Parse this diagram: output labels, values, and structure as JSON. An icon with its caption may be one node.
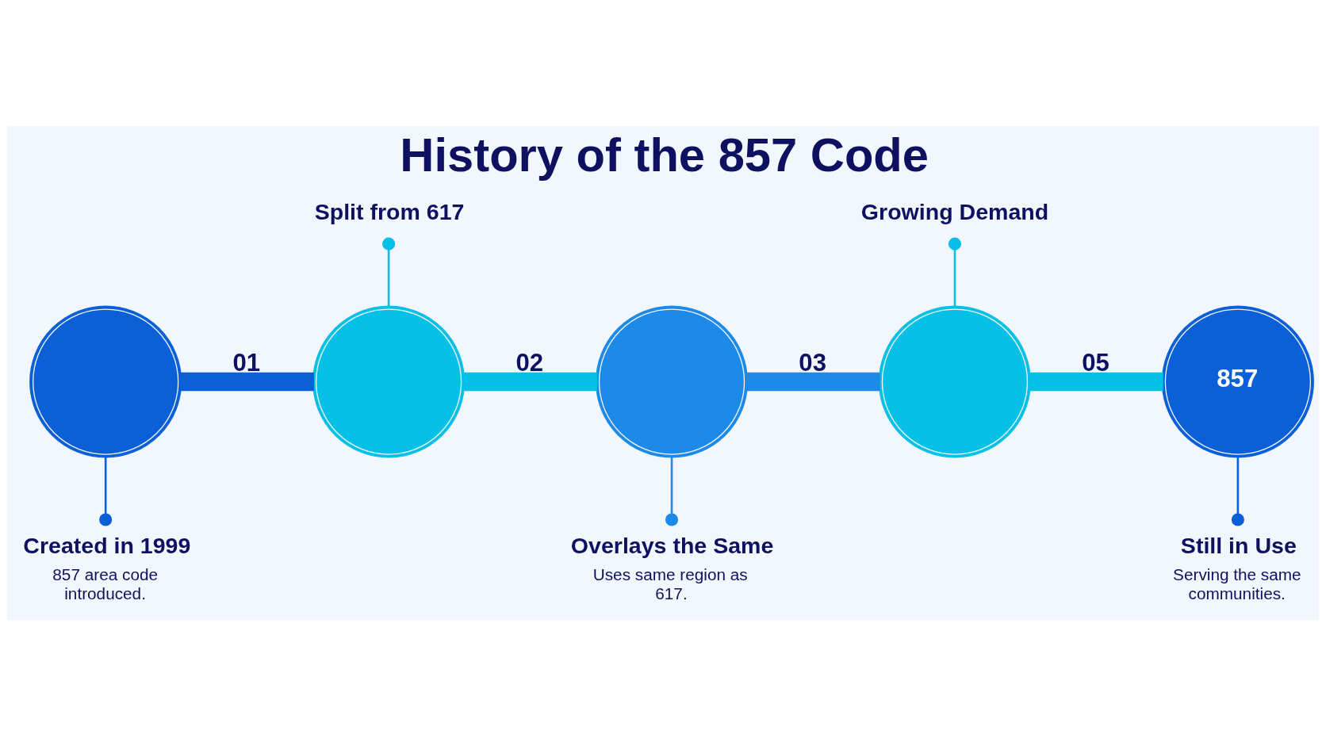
{
  "diagram": {
    "title": "History of the 857 Code",
    "nodes": [
      {
        "text": [
          "Split from 617"
        ]
      },
      {
        "text": [
          "Growing Demand"
        ]
      },
      {
        "text": [],
        "shape": "circle"
      },
      {
        "text": [],
        "shape": "circle"
      },
      {
        "text": [],
        "shape": "circle"
      },
      {
        "text": [],
        "shape": "circle"
      },
      {
        "text": [
          "857"
        ]
      },
      {
        "text": [
          "Created in 1999",
          "857 area code introduced."
        ]
      },
      {
        "text": [
          "Overlays the Same",
          "Uses same region as 617."
        ]
      },
      {
        "text": [
          "Still in Use",
          "Serving the same communities."
        ]
      }
    ],
    "edges": [
      {
        "from": 2,
        "to": 3,
        "label": "01",
        "arrow": "none",
        "style": "thick",
        "color": "#0b5fd7"
      },
      {
        "from": 3,
        "to": 4,
        "label": "02",
        "arrow": "none",
        "style": "thick"
      },
      {
        "from": 4,
        "to": 5,
        "label": "03",
        "arrow": "none",
        "style": "thick",
        "color": "#1d8ae8"
      },
      {
        "from": 5,
        "to": 6,
        "label": "05",
        "arrow": "none",
        "style": "thick"
      },
      {
        "from": 3,
        "to": 0,
        "arrow": "other"
      },
      {
        "from": 5,
        "to": 1,
        "arrow": "other"
      },
      {
        "from": 2,
        "to": 7,
        "arrow": "other",
        "color": "#0b5fd7"
      },
      {
        "from": 4,
        "to": 8,
        "arrow": "other",
        "color": "#1d8ae8"
      },
      {
        "from": 6,
        "to": 9,
        "arrow": "other",
        "color": "#0b5fd7"
      }
    ]
  }
}
